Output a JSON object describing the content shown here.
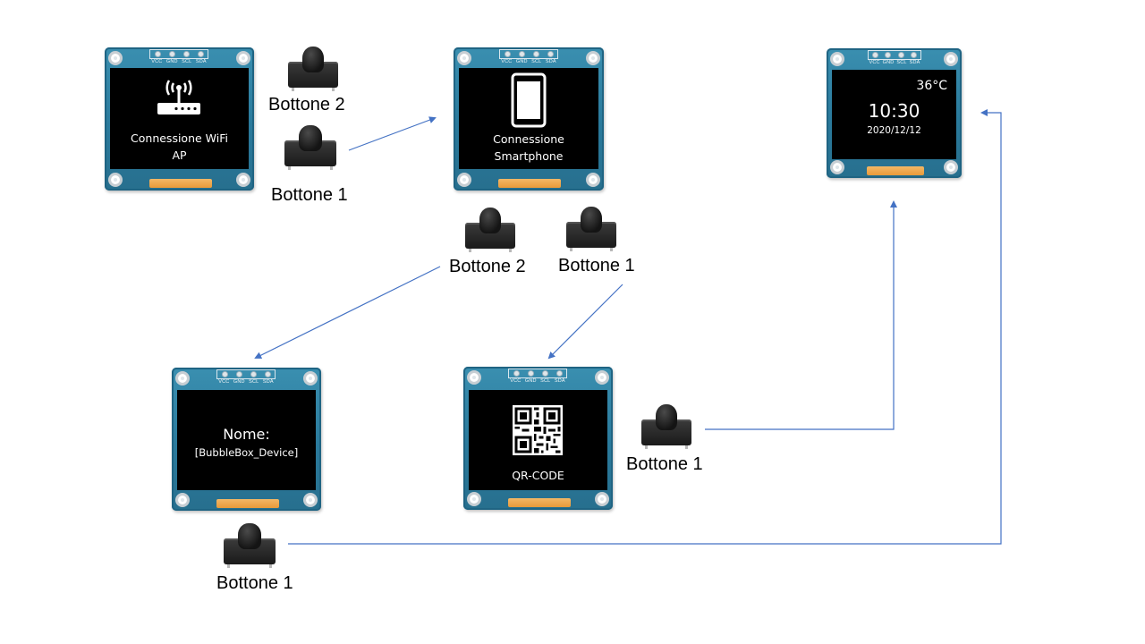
{
  "modules": {
    "wifi_ap": {
      "line1": "Connessione WiFi",
      "line2": "AP"
    },
    "smartphone": {
      "line1": "Connessione",
      "line2": "Smartphone"
    },
    "clock": {
      "temp": "36°C",
      "time": "10:30",
      "date": "2020/12/12"
    },
    "name": {
      "line1": "Nome:",
      "line2": "[BubbleBox_Device]"
    },
    "qr": {
      "label": "QR-CODE"
    }
  },
  "pin_labels": [
    "VCC",
    "GND",
    "SCL",
    "SDA"
  ],
  "buttons": {
    "wifi_b2": "Bottone 2",
    "wifi_b1": "Bottone 1",
    "phone_b2": "Bottone 2",
    "phone_b1": "Bottone 1",
    "qr_b1": "Bottone 1",
    "name_b1": "Bottone 1"
  },
  "colors": {
    "arrow": "#4472c4",
    "pcb": "#2a7a9c",
    "ribbon": "#e89a3a",
    "screen": "#000000"
  }
}
